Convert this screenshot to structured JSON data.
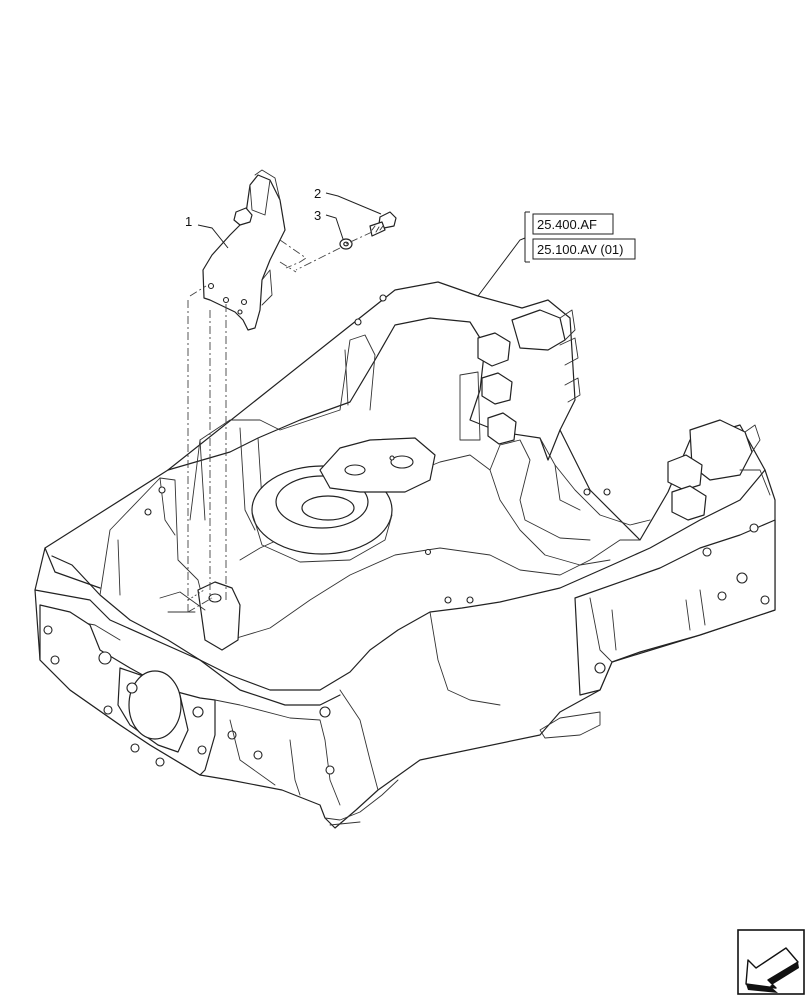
{
  "callouts": [
    {
      "label": "1"
    },
    {
      "label": "2"
    },
    {
      "label": "3"
    }
  ],
  "references": [
    {
      "label": "25.400.AF"
    },
    {
      "label": "25.100.AV (01)"
    }
  ],
  "icons": {
    "view_arrow": "view-direction-arrow-icon"
  }
}
